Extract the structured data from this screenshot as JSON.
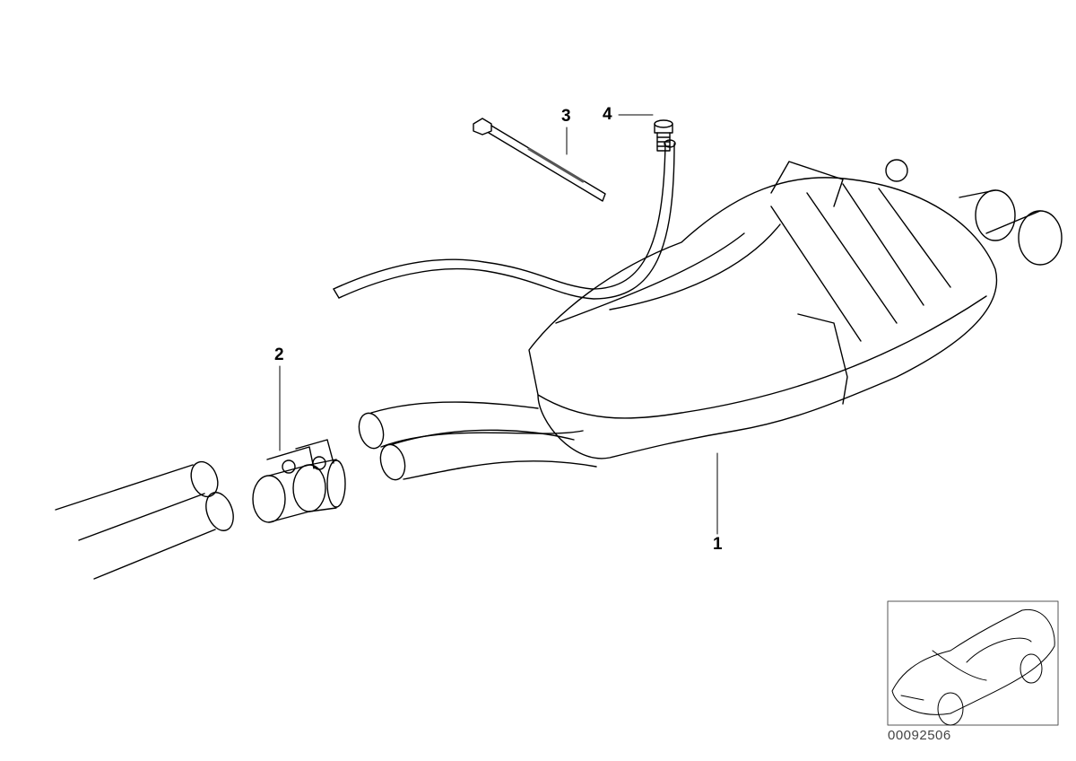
{
  "diagram": {
    "callouts": [
      {
        "label": "1",
        "part": "rear-muffler"
      },
      {
        "label": "2",
        "part": "pipe-clamp"
      },
      {
        "label": "3",
        "part": "cable-tie"
      },
      {
        "label": "4",
        "part": "plug"
      }
    ],
    "diagram_number": "00092506",
    "line_color": "#000000"
  }
}
